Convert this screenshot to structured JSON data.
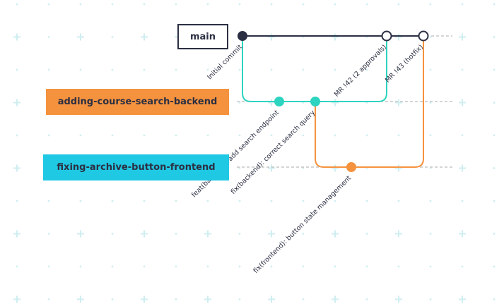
{
  "branches": {
    "main": "main",
    "backend": "adding-course-search-backend",
    "frontend": "fixing-archive-button-frontend"
  },
  "commits": {
    "initial": "Initial commit",
    "backend_1": "feat(backend): add search endpoint",
    "backend_2": "fix(backend): correct search query",
    "frontend_1": "fix(frontend): button state management",
    "merge_1": "MR !42 (2 approvals)",
    "merge_2": "MR !43 (hotfix)"
  },
  "colors": {
    "main": "#2b2f42",
    "backend": "#2dd4bf",
    "frontend": "#f5923e",
    "grid": "#cfeef0",
    "guide": "#bbbbbb"
  }
}
